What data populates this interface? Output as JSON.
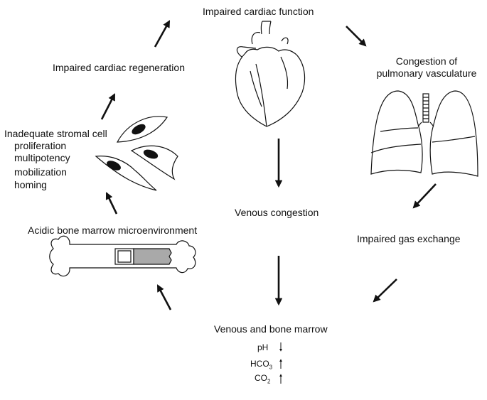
{
  "labels": {
    "impaired_cardiac_function": "Impaired cardiac function",
    "congestion_line1": "Congestion of",
    "congestion_line2": "pulmonary vasculature",
    "impaired_gas_exchange": "Impaired gas exchange",
    "venous_congestion": "Venous congestion",
    "venous_bone_marrow": "Venous and bone marrow",
    "acidic_microenvironment": "Acidic bone marrow microenvironment",
    "inadequate_stromal": "Inadequate stromal cell",
    "proliferation": "proliferation",
    "multipotency": "multipotency",
    "mobilization": "mobilization",
    "homing": "homing",
    "impaired_regeneration": "Impaired cardiac regeneration"
  },
  "chemistry": {
    "ph_label": "pH",
    "ph_direction": "↓",
    "hco3_base": "HCO",
    "hco3_sub": "3",
    "hco3_direction": "↑",
    "co2_base": "CO",
    "co2_sub": "2",
    "co2_direction": "↑"
  },
  "colors": {
    "ink": "#111111",
    "bone_fill": "#ffffff",
    "marrow_fill": "#a9a9a9",
    "cell_nucleus": "#111111"
  }
}
